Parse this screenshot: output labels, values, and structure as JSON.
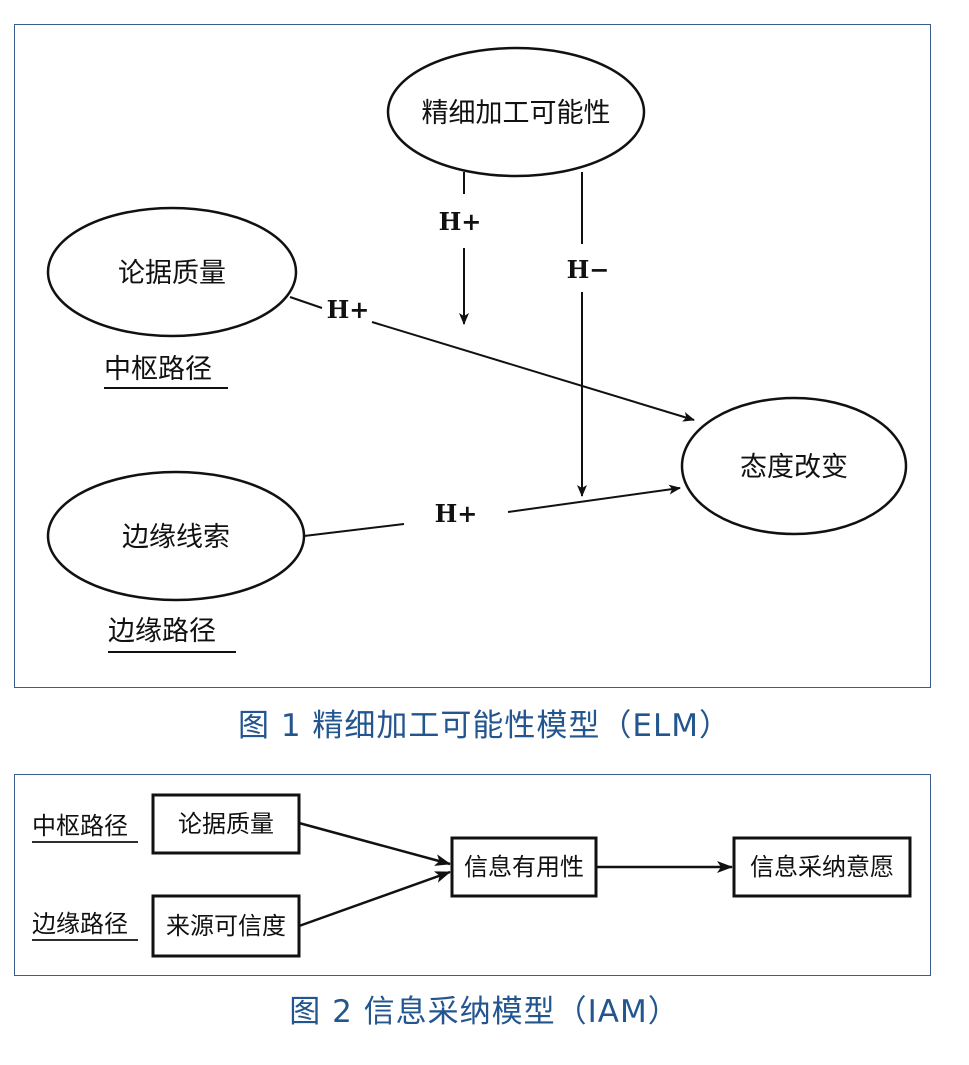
{
  "figure1": {
    "caption": "图 1  精细加工可能性模型（ELM）",
    "nodes": {
      "elaboration": "精细加工可能性",
      "argument_quality": "论据质量",
      "peripheral_cues": "边缘线索",
      "attitude_change": "态度改变"
    },
    "route_labels": {
      "central": "中枢路径",
      "peripheral": "边缘路径"
    },
    "edge_labels": {
      "elab_down": "H+",
      "elab_moderate": "H−",
      "argument_to_attitude": "H+",
      "cues_to_attitude": "H+"
    }
  },
  "figure2": {
    "caption": "图 2  信息采纳模型（IAM）",
    "route_labels": {
      "central": "中枢路径",
      "peripheral": "边缘路径"
    },
    "nodes": {
      "argument_quality": "论据质量",
      "source_credibility": "来源可信度",
      "usefulness": "信息有用性",
      "adoption": "信息采纳意愿"
    }
  }
}
